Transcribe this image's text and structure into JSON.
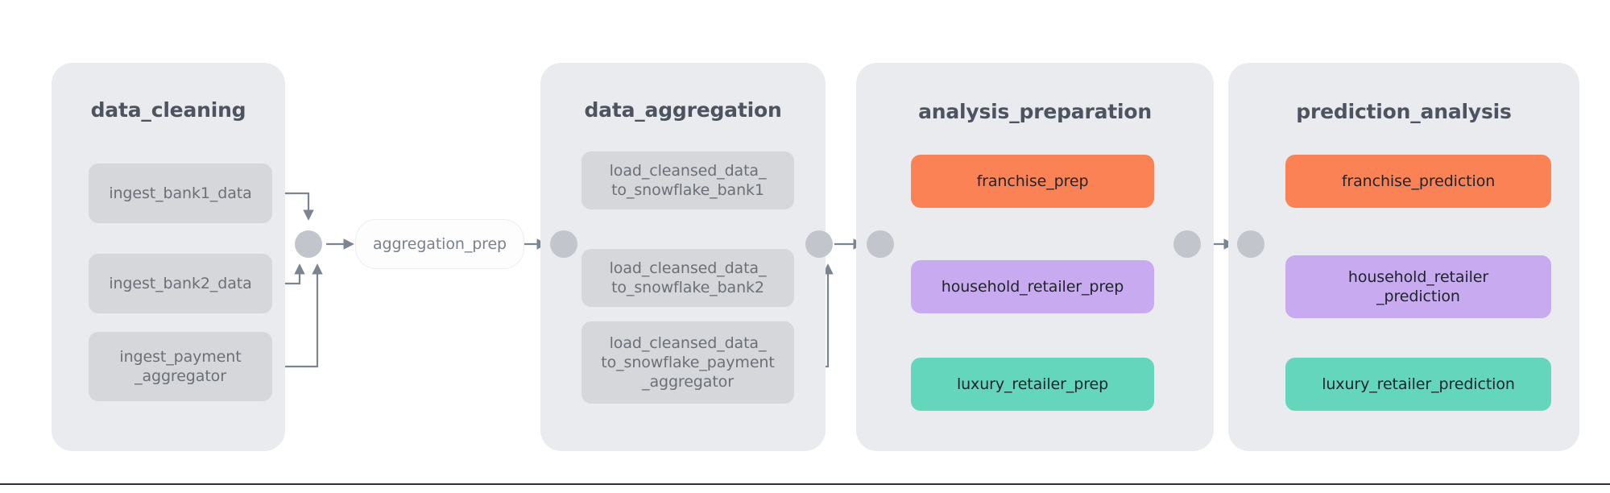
{
  "diagram": {
    "title": "airflow-task-group-pipeline",
    "background": "#ffffff",
    "group_fill": "#eaebef",
    "edge_color": "#7b848f",
    "connector_color": "#c2c5cb"
  },
  "groups": [
    {
      "id": "data_cleaning",
      "label": "data_cleaning",
      "nodes": [
        {
          "id": "ingest_bank1_data",
          "label": "ingest_bank1_data",
          "color": "#d6d7da",
          "style": "grey"
        },
        {
          "id": "ingest_bank2_data",
          "label": "ingest_bank2_data",
          "color": "#d6d7da",
          "style": "grey"
        },
        {
          "id": "ingest_payment_aggregator",
          "label": "ingest_payment\n_aggregator",
          "color": "#d6d7da",
          "style": "grey"
        }
      ]
    },
    {
      "id": "data_aggregation",
      "label": "data_aggregation",
      "nodes": [
        {
          "id": "load_cleansed_data_to_snowflake_bank1",
          "label": "load_cleansed_data_\nto_snowflake_bank1",
          "color": "#d6d7da",
          "style": "grey"
        },
        {
          "id": "load_cleansed_data_to_snowflake_bank2",
          "label": "load_cleansed_data_\nto_snowflake_bank2",
          "color": "#d6d7da",
          "style": "grey"
        },
        {
          "id": "load_cleansed_data_to_snowflake_payment_aggregator",
          "label": "load_cleansed_data_\nto_snowflake_payment\n_aggregator",
          "color": "#d6d7da",
          "style": "grey"
        }
      ]
    },
    {
      "id": "analysis_preparation",
      "label": "analysis_preparation",
      "nodes": [
        {
          "id": "franchise_prep",
          "label": "franchise_prep",
          "color": "#fb8254",
          "style": "orange"
        },
        {
          "id": "household_retailer_prep",
          "label": "household_retailer_prep",
          "color": "#c8aaf0",
          "style": "purple"
        },
        {
          "id": "luxury_retailer_prep",
          "label": "luxury_retailer_prep",
          "color": "#64d6bb",
          "style": "teal"
        }
      ]
    },
    {
      "id": "prediction_analysis",
      "label": "prediction_analysis",
      "nodes": [
        {
          "id": "franchise_prediction",
          "label": "franchise_prediction",
          "color": "#fb8254",
          "style": "orange"
        },
        {
          "id": "household_retailer_prediction",
          "label": "household_retailer\n_prediction",
          "color": "#c8aaf0",
          "style": "purple"
        },
        {
          "id": "luxury_retailer_prediction",
          "label": "luxury_retailer_prediction",
          "color": "#64d6bb",
          "style": "teal"
        }
      ]
    }
  ],
  "standalone_nodes": [
    {
      "id": "aggregation_prep",
      "label": "aggregation_prep",
      "color": "#fdfdfe",
      "style": "white"
    }
  ],
  "connectors": [
    {
      "id": "dot-cleaning-out"
    },
    {
      "id": "dot-aggregation-in"
    },
    {
      "id": "dot-aggregation-out"
    },
    {
      "id": "dot-analysis-in"
    },
    {
      "id": "dot-analysis-out"
    },
    {
      "id": "dot-prediction-in"
    }
  ]
}
